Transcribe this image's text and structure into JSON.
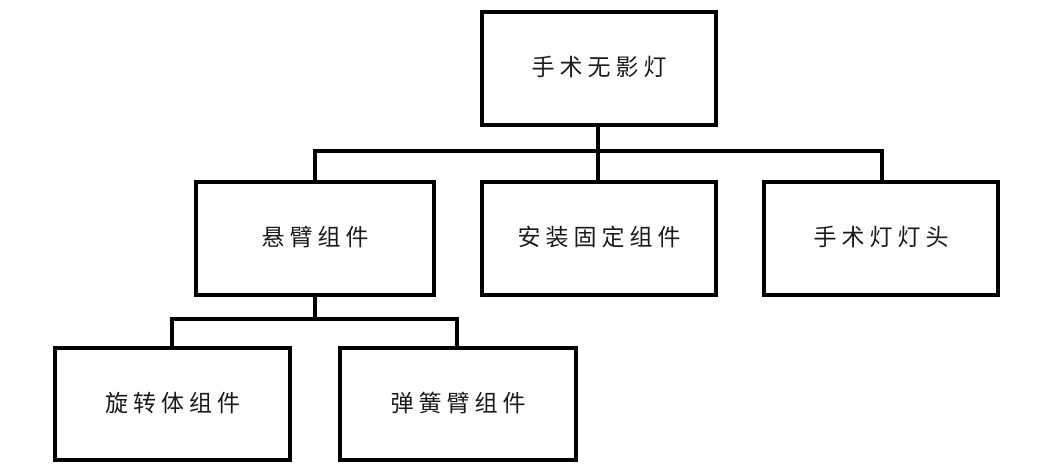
{
  "diagram": {
    "type": "hierarchy-tree",
    "orientation": "top-down",
    "levels": 3,
    "line_color": "#000000",
    "box_fill": "#ffffff",
    "text_color": "#1a1a1a",
    "nodes": {
      "root": {
        "label": "手术无影灯"
      },
      "level2": [
        {
          "label": "悬臂组件"
        },
        {
          "label": "安装固定组件"
        },
        {
          "label": "手术灯灯头"
        }
      ],
      "level3": [
        {
          "label": "旋转体组件"
        },
        {
          "label": "弹簧臂组件"
        }
      ]
    }
  }
}
